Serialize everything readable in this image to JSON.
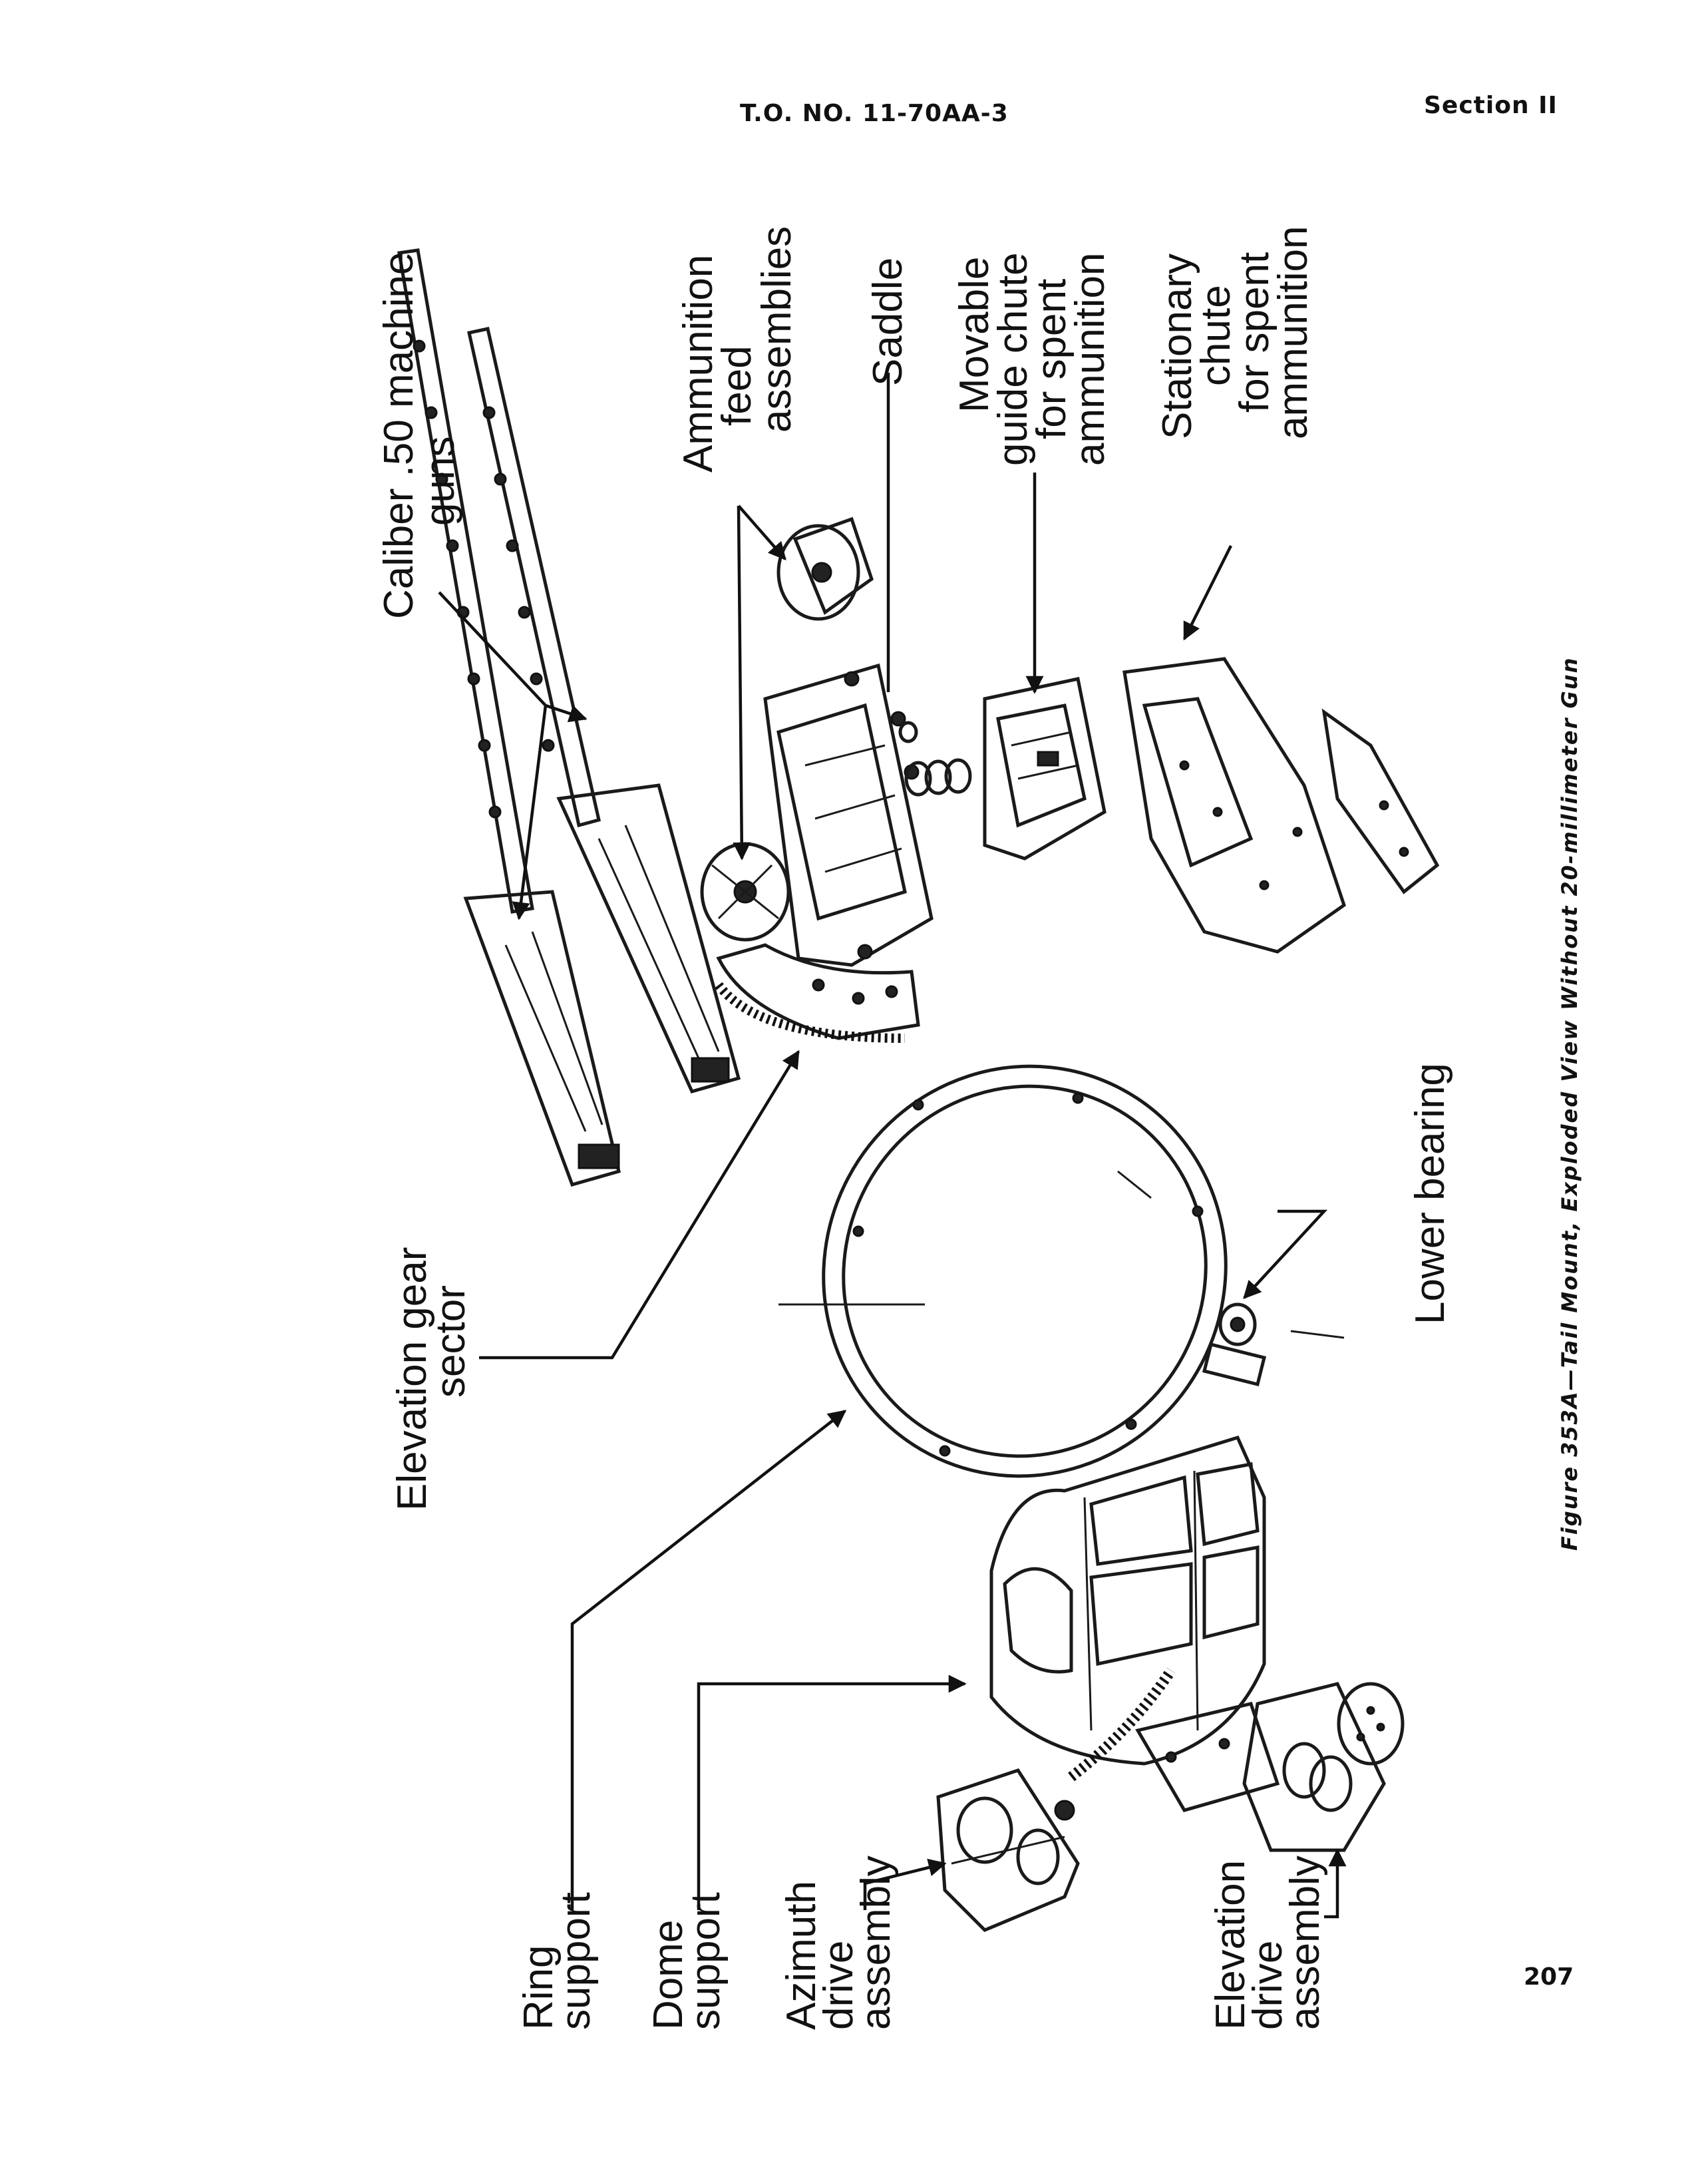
{
  "header": {
    "doc_number": "T.O. NO. 11-70AA-3",
    "section": "Section II"
  },
  "page_number": "207",
  "figure": {
    "caption": "Figure 353A—Tail Mount, Exploded View Without 20-millimeter Gun",
    "callouts": {
      "caliber_guns": [
        "Caliber .50 machine",
        "guns"
      ],
      "ammo_feed": [
        "Ammunition",
        "feed",
        "assemblies"
      ],
      "saddle": [
        "Saddle"
      ],
      "movable_chute": [
        "Movable",
        "guide chute",
        "for spent",
        "ammunition"
      ],
      "stationary_chute": [
        "Stationary",
        "chute",
        "for spent",
        "ammunition"
      ],
      "elevation_gear": [
        "Elevation gear",
        "sector"
      ],
      "lower_bearing": [
        "Lower bearing"
      ],
      "ring_support": [
        "Ring",
        "support"
      ],
      "dome_support": [
        "Dome",
        "support"
      ],
      "azimuth_drive": [
        "Azimuth",
        "drive",
        "assembly"
      ],
      "elevation_drive": [
        "Elevation",
        "drive",
        "assembly"
      ]
    }
  }
}
